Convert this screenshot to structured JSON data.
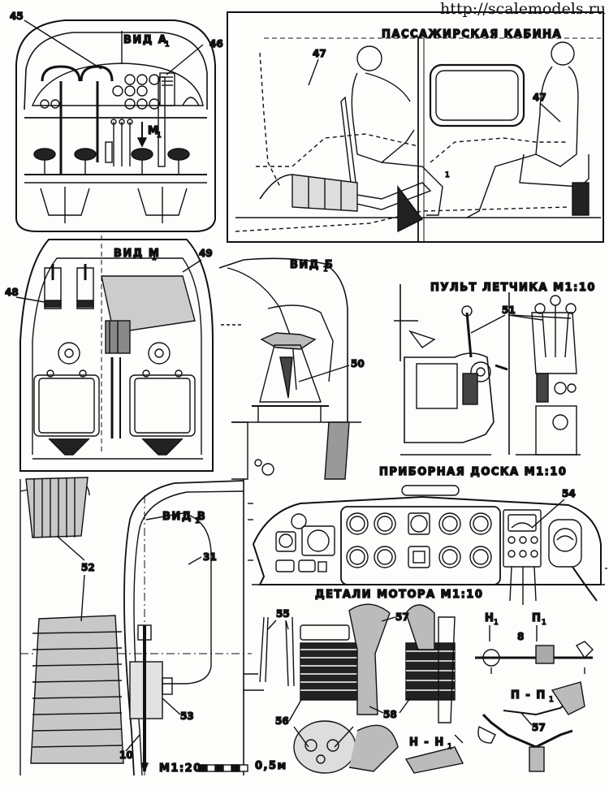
{
  "watermark": "http://scalemodels.ru",
  "views": {
    "view_a": "ВИД А",
    "view_a_sub": "1",
    "view_m_arrow": "М",
    "view_m_arrow_sub": "1",
    "passenger_cabin": "ПАССАЖИРСКАЯ  КАБИНА",
    "view_m": "ВИД М",
    "view_m_sub": "1",
    "view_b": "ВИД Б",
    "view_b_sub": "1",
    "pilot_console": "ПУЛЬТ  ЛЕТЧИКА  М1:10",
    "instrument_panel": "ПРИБОРНАЯ  ДОСКА  М1:10",
    "view_v": "ВИД В",
    "view_v_sub": "1",
    "engine_details": "ДЕТАЛИ  МОТОРА  М1:10",
    "section_n": "Н",
    "section_n_sub": "1",
    "section_p": "П",
    "section_p_sub": "1",
    "section_pp": "П - П",
    "section_pp_sub": "1",
    "section_nn": "Н - Н",
    "section_nn_sub": "1"
  },
  "callouts": {
    "c45": "45",
    "c46": "46",
    "c47a": "47",
    "c47b": "47",
    "c48": "48",
    "c49": "49",
    "c50": "50",
    "c51": "51",
    "c52": "52",
    "c53": "53",
    "c54": "54",
    "c55": "55",
    "c56": "56",
    "c57a": "57",
    "c57b": "57",
    "c58": "58",
    "c31": "31",
    "c8": "8",
    "c10": "10",
    "c1": "1"
  },
  "scale": {
    "label": "М1:20",
    "end_label": "0,5м"
  }
}
